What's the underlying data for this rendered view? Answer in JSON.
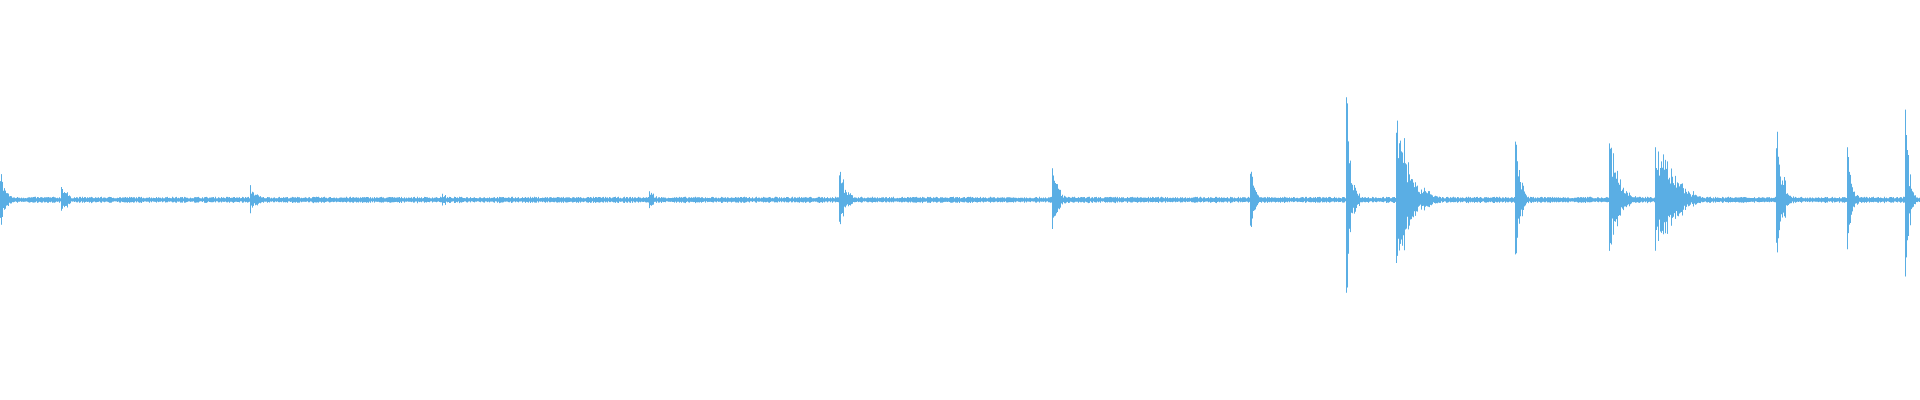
{
  "waveform": {
    "color": "#5aaee4",
    "background": "#ffffff",
    "bursts": [
      {
        "t": 0.0,
        "amp": 0.1,
        "len": 0.012
      },
      {
        "t": 0.032,
        "amp": 0.05,
        "len": 0.016
      },
      {
        "t": 0.13,
        "amp": 0.05,
        "len": 0.016
      },
      {
        "t": 0.23,
        "amp": 0.025,
        "len": 0.012
      },
      {
        "t": 0.338,
        "amp": 0.035,
        "len": 0.014
      },
      {
        "t": 0.437,
        "amp": 0.12,
        "len": 0.014
      },
      {
        "t": 0.548,
        "amp": 0.11,
        "len": 0.014
      },
      {
        "t": 0.651,
        "amp": 0.13,
        "len": 0.01
      },
      {
        "t": 0.701,
        "amp": 0.42,
        "len": 0.01
      },
      {
        "t": 0.727,
        "amp": 0.3,
        "len": 0.03
      },
      {
        "t": 0.789,
        "amp": 0.28,
        "len": 0.01
      },
      {
        "t": 0.838,
        "amp": 0.24,
        "len": 0.02
      },
      {
        "t": 0.862,
        "amp": 0.22,
        "len": 0.04
      },
      {
        "t": 0.925,
        "amp": 0.3,
        "len": 0.012
      },
      {
        "t": 0.962,
        "amp": 0.17,
        "len": 0.01
      },
      {
        "t": 0.992,
        "amp": 0.34,
        "len": 0.008
      }
    ],
    "noise_floor": 0.008
  }
}
